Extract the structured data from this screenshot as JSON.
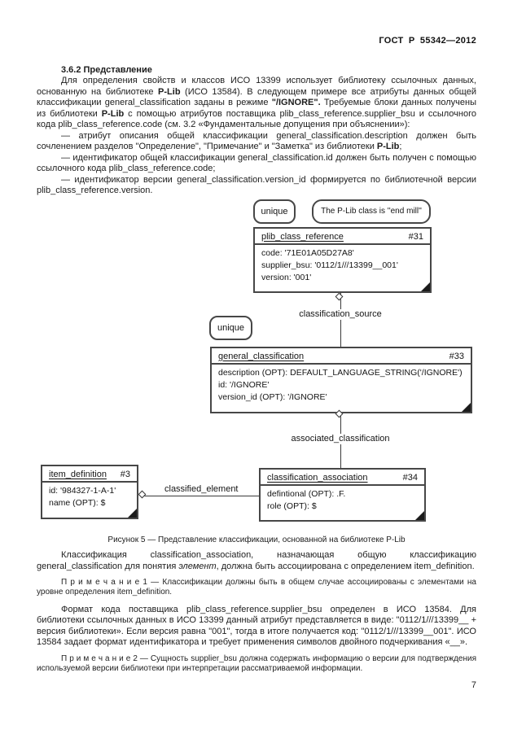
{
  "page": {
    "doc_number": "ГОСТ Р 55342—2012",
    "page_number": "7"
  },
  "section": {
    "heading": "3.6.2 Представление",
    "intro_segments": [
      "Для определения свойств и классов ИСО 13399 использует библиотеку ссылочных данных, основанную на библиотеке ",
      "P-Lib",
      " (ИСО 13584). В следующем примере все атрибуты данных общей классификации general_classification заданы в режиме ",
      "\"/IGNORE\".",
      " Требуемые блоки данных получены из библиотеки ",
      "P-Lib",
      " с помощью атрибутов поставщика plib_class_reference.supplier_bsu и ссылочного кода plib_class_reference.code (см. 3.2 «Фундаментальные допущения при объяснении»):"
    ],
    "list": {
      "item1_segments": [
        "— атрибут описания общей классификации general_classification.description должен быть сочленением разделов \"Определение\", \"Примечание\" и \"Заметка\" из библиотеки ",
        "P-Lib",
        ";"
      ],
      "item2": "— идентификатор общей классификации general_classification.id должен быть получен с помощью ссылочного кода plib_class_reference.code;",
      "item3": "— идентификатор версии general_classification.version_id формируется по библиотечной версии plib_class_reference.version."
    }
  },
  "diagram": {
    "unique_top": "unique",
    "callout": "The P-Lib class is ''end mill''",
    "plib_box": {
      "title": "plib_class_reference",
      "number": "#31",
      "attrs": [
        "code: '71E01A05D27A8'",
        "supplier_bsu: '0112/1///13399__001'",
        "version: '001'"
      ]
    },
    "classification_source_label": "classification_source",
    "unique_mid": "unique",
    "general_box": {
      "title": "general_classification",
      "number": "#33",
      "attrs": [
        "description (OPT): DEFAULT_LANGUAGE_STRING('/IGNORE')",
        "id: '/IGNORE'",
        "version_id (OPT): '/IGNORE'"
      ]
    },
    "associated_classification_label": "associated_classification",
    "item_box": {
      "title": "item_definition",
      "number": "#3",
      "attrs": [
        "id: '984327-1-A-1'",
        "name (OPT): $"
      ]
    },
    "classified_element_label": "classified_element",
    "assoc_box": {
      "title": "classification_association",
      "number": "#34",
      "attrs": [
        "defintional (OPT): .F.",
        "role (OPT): $"
      ]
    }
  },
  "caption": "Рисунок 5 — Представление классификации, основанной на библиотеке P-Lib",
  "after_figure": {
    "para_class_segments": [
      "Классификация classification_association, назначающая общую классификацию general_classification для понятия ",
      "элемент",
      ", должна быть ассоциирована с определением item_definition."
    ],
    "note1": "П р и м е ч а н и е  1 — Классификации должны быть в общем случае ассоциированы с элементами на уровне определения item_definition.",
    "para_format": "Формат кода поставщика plib_class_reference.supplier_bsu определен в ИСО 13584. Для библиотеки ссылочных данных в ИСО 13399 данный атрибут представляется в виде: \"0112/1///13399__ + версия библиотеки». Если версия равна \"001\", тогда в итоге получается код: \"0112/1///13399__001\". ИСО 13584 задает формат идентификатора и требует применения символов двойного подчеркивания «__».",
    "note2": "П р и м е ч а н и е  2 — Сущность supplier_bsu должна содержать информацию о версии для подтверждения используемой версии библиотеки при интерпретации рассматриваемой информации."
  }
}
